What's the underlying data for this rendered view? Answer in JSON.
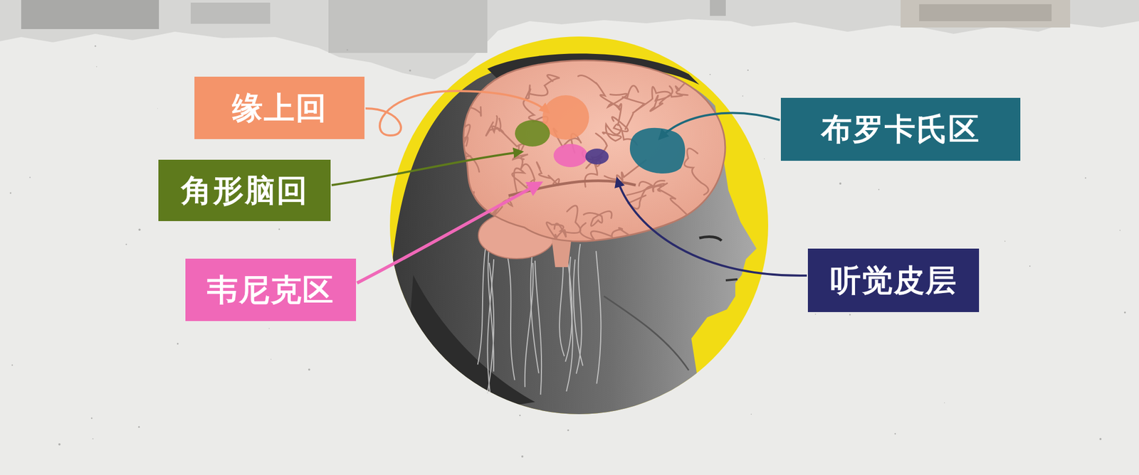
{
  "diagram": {
    "nodes": [
      {
        "text": [
          "缘上回"
        ]
      },
      {
        "text": [
          "布罗卡氏区"
        ]
      },
      {
        "text": [
          "角形脑回"
        ]
      },
      {
        "text": [
          "韦尼克区"
        ]
      },
      {
        "text": [
          "听觉皮层"
        ]
      }
    ]
  }
}
